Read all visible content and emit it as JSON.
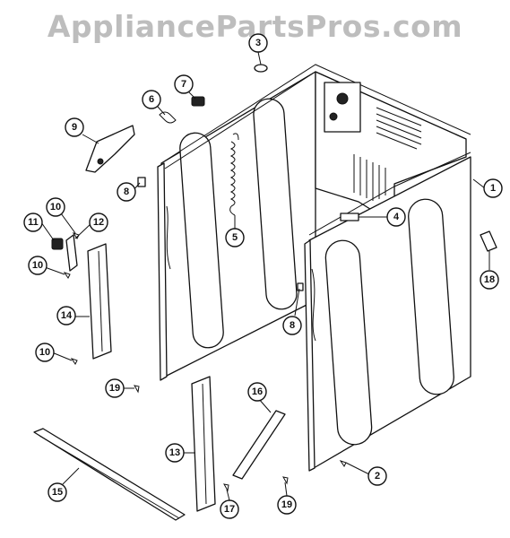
{
  "watermark": "AppliancePartsPros.com",
  "callouts": [
    {
      "id": "c1",
      "label": "1"
    },
    {
      "id": "c2",
      "label": "2"
    },
    {
      "id": "c3",
      "label": "3"
    },
    {
      "id": "c4",
      "label": "4"
    },
    {
      "id": "c5",
      "label": "5"
    },
    {
      "id": "c6",
      "label": "6"
    },
    {
      "id": "c7",
      "label": "7"
    },
    {
      "id": "c8a",
      "label": "8"
    },
    {
      "id": "c8b",
      "label": "8"
    },
    {
      "id": "c9",
      "label": "9"
    },
    {
      "id": "c10a",
      "label": "10"
    },
    {
      "id": "c10b",
      "label": "10"
    },
    {
      "id": "c10c",
      "label": "10"
    },
    {
      "id": "c11",
      "label": "11"
    },
    {
      "id": "c12",
      "label": "12"
    },
    {
      "id": "c13",
      "label": "13"
    },
    {
      "id": "c14",
      "label": "14"
    },
    {
      "id": "c15",
      "label": "15"
    },
    {
      "id": "c16",
      "label": "16"
    },
    {
      "id": "c17",
      "label": "17"
    },
    {
      "id": "c18",
      "label": "18"
    },
    {
      "id": "c19a",
      "label": "19"
    },
    {
      "id": "c19b",
      "label": "19"
    }
  ]
}
